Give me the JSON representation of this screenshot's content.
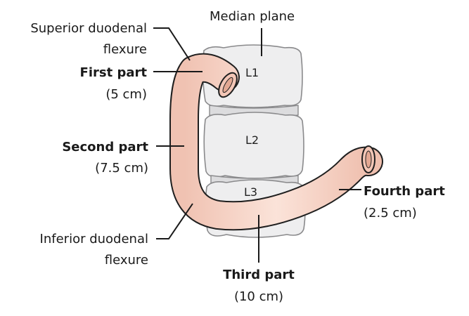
{
  "labels": {
    "median_plane": "Median plane",
    "superior_flexure_line1": "Superior duodenal",
    "superior_flexure_line2": "flexure",
    "first_part": "First part",
    "first_part_length": "(5 cm)",
    "second_part": "Second part",
    "second_part_length": "(7.5 cm)",
    "inferior_flexure_line1": "Inferior duodenal",
    "inferior_flexure_line2": "flexure",
    "third_part": "Third part",
    "third_part_length": "(10 cm)",
    "fourth_part": "Fourth part",
    "fourth_part_length": "(2.5 cm)"
  },
  "vertebrae": {
    "l1": "L1",
    "l2": "L2",
    "l3": "L3"
  },
  "colors": {
    "duodenum_fill": "#f6d3c6",
    "duodenum_outline": "#1f1f1f",
    "vertebra_fill": "#eeeeef",
    "vertebra_outline": "#8a8a8c"
  }
}
